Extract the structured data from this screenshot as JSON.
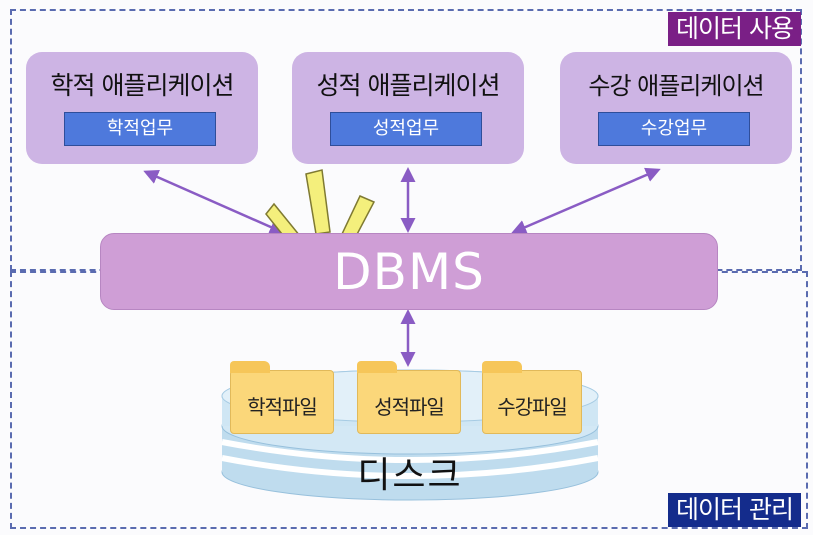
{
  "regions": {
    "use_label": "데이터 사용",
    "manage_label": "데이터 관리"
  },
  "applications": [
    {
      "title": "학적 애플리케이션",
      "task": "학적업무"
    },
    {
      "title": "성적 애플리케이션",
      "task": "성적업무"
    },
    {
      "title": "수강 애플리케이션",
      "task": "수강업무"
    }
  ],
  "dbms": {
    "label": "DBMS"
  },
  "files": [
    {
      "label": "학적파일"
    },
    {
      "label": "성적파일"
    },
    {
      "label": "수강파일"
    }
  ],
  "disk": {
    "label": "디스크"
  },
  "colors": {
    "app_box": "#cdb4e4",
    "task_box": "#4e79dc",
    "dbms_box": "#cf9ed6",
    "arrow": "#8a5cc4",
    "file": "#fbd77a",
    "disk": "#bfdcee",
    "use_tag": "#7a1f86",
    "manage_tag": "#142c8c",
    "border": "#5a6bb0"
  }
}
